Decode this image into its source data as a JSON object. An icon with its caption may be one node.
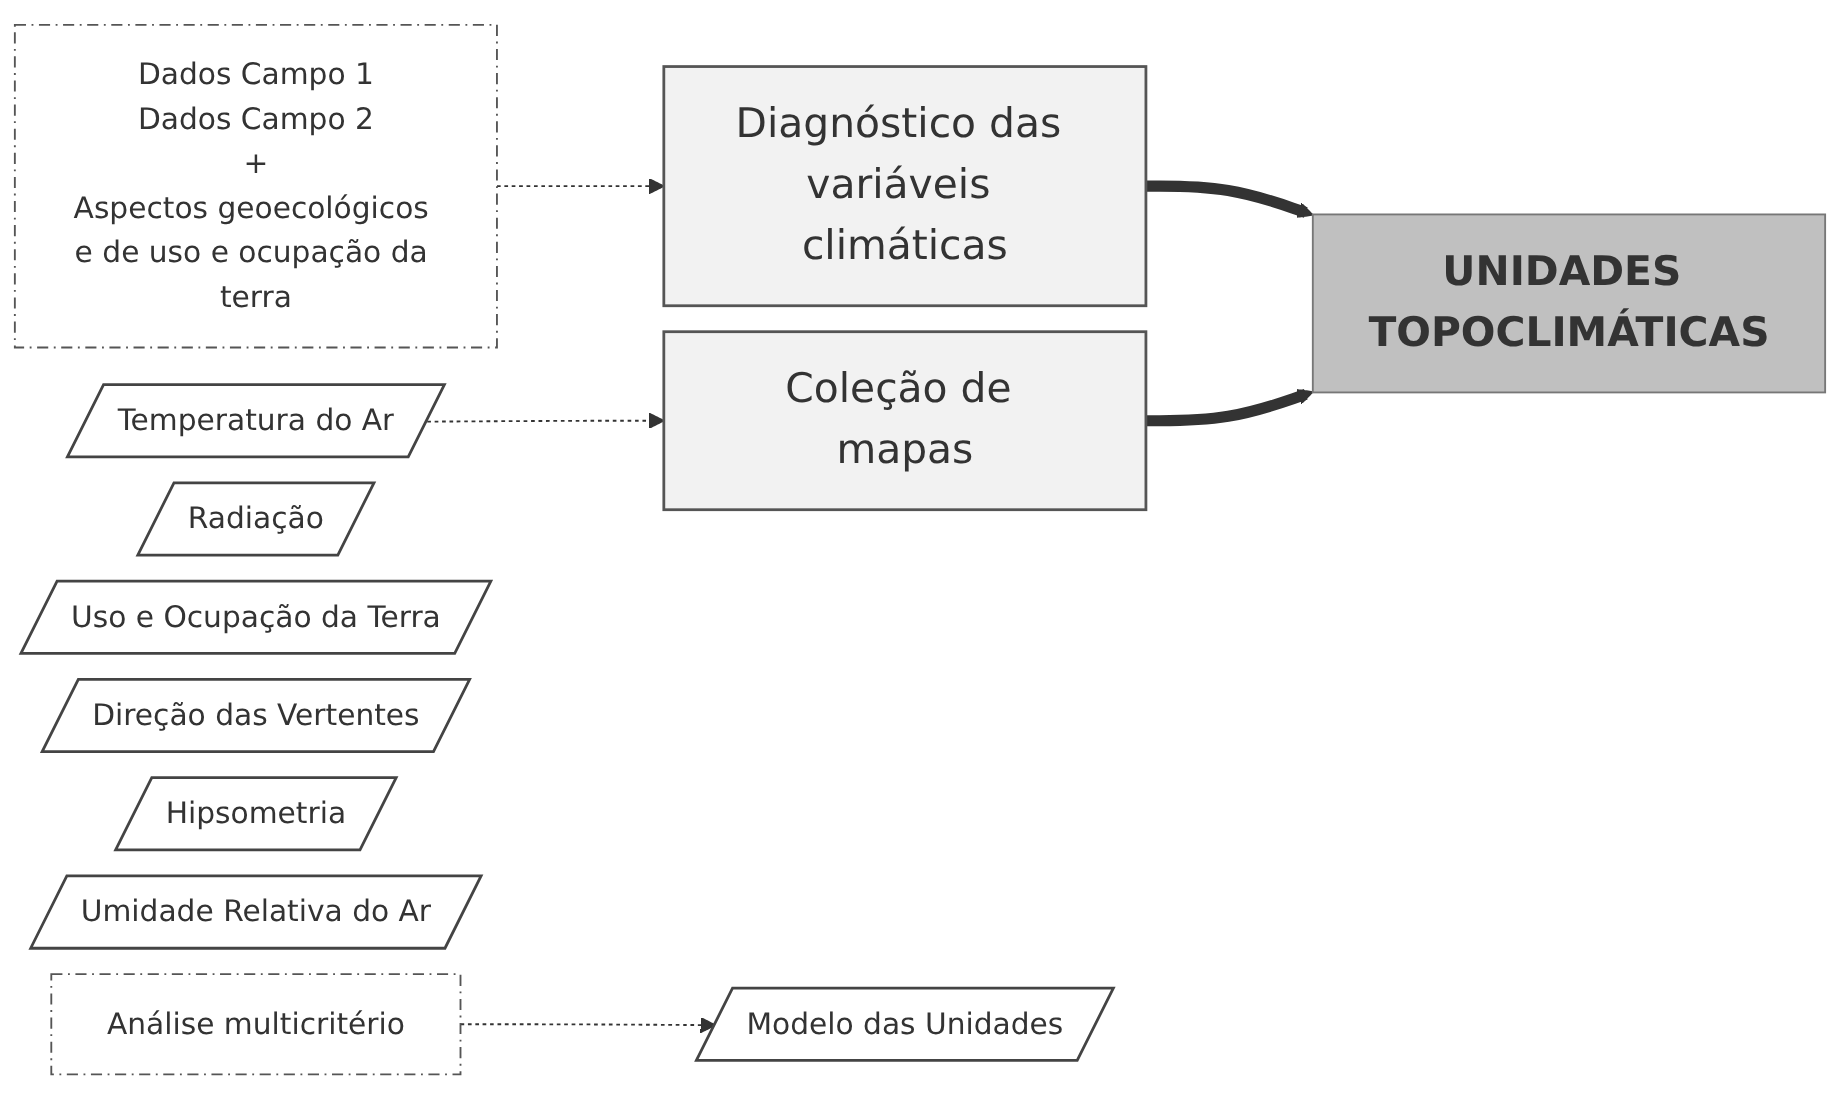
{
  "diagram": {
    "nodes": [
      {
        "text": [
          "Diagnóstico das variáveis climáticas"
        ]
      },
      {
        "text": [
          "Coleção de mapas"
        ]
      },
      {
        "text": [
          "Dados Campo 1",
          "Dados Campo 2",
          "+",
          "Aspectos geoecológicos e de uso e ocupação da terra"
        ]
      },
      {
        "text": [
          "Temperatura do Ar"
        ]
      },
      {
        "text": [
          "Radiação"
        ]
      },
      {
        "text": [
          "Uso e Ocupação da Terra"
        ]
      },
      {
        "text": [
          "Direção das Vertentes"
        ]
      },
      {
        "text": [
          "Hipsometria"
        ]
      },
      {
        "text": [
          "Umidade Relativa do Ar"
        ]
      },
      {
        "text": [
          "Modelo das Unidades"
        ]
      },
      {
        "text": [
          "Análise multicritério"
        ]
      },
      {
        "text": [
          "UNIDADES TOPOCLIMÁTICAS"
        ]
      }
    ],
    "edges": [
      {
        "from": 2,
        "to": 0,
        "arrow": "to",
        "style": "dashed"
      },
      {
        "from": 3,
        "to": 1,
        "arrow": "to",
        "style": "dashed"
      },
      {
        "from": 10,
        "to": 9,
        "arrow": "to",
        "style": "dashed"
      },
      {
        "from": 0,
        "to": 11,
        "arrow": "to",
        "style": "thick"
      },
      {
        "from": 1,
        "to": 11,
        "arrow": "to",
        "style": "thick"
      }
    ]
  }
}
